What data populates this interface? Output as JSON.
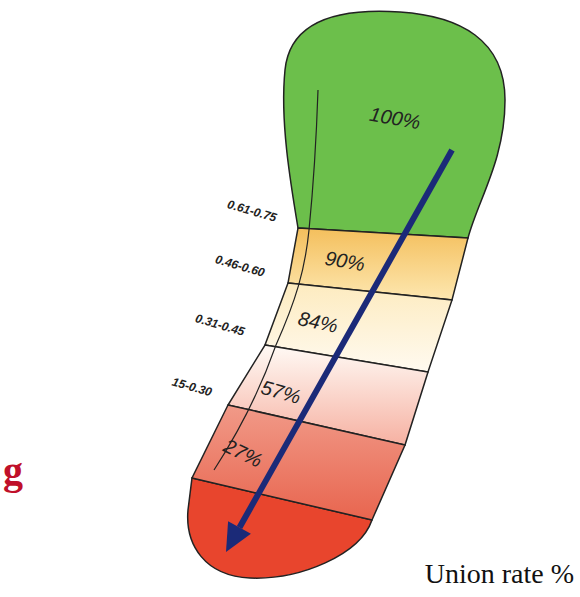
{
  "diagram": {
    "nodes": [
      {
        "text": [
          "100%"
        ]
      },
      {
        "text": [
          "90%"
        ]
      },
      {
        "text": [
          "84%"
        ]
      },
      {
        "text": [
          "57%"
        ]
      },
      {
        "text": [
          "27%"
        ]
      }
    ],
    "labels": [
      "0.61-0.75",
      "0.46-0.60",
      "0.31-0.45",
      "15-0.30",
      "g",
      "Union rate %"
    ]
  }
}
